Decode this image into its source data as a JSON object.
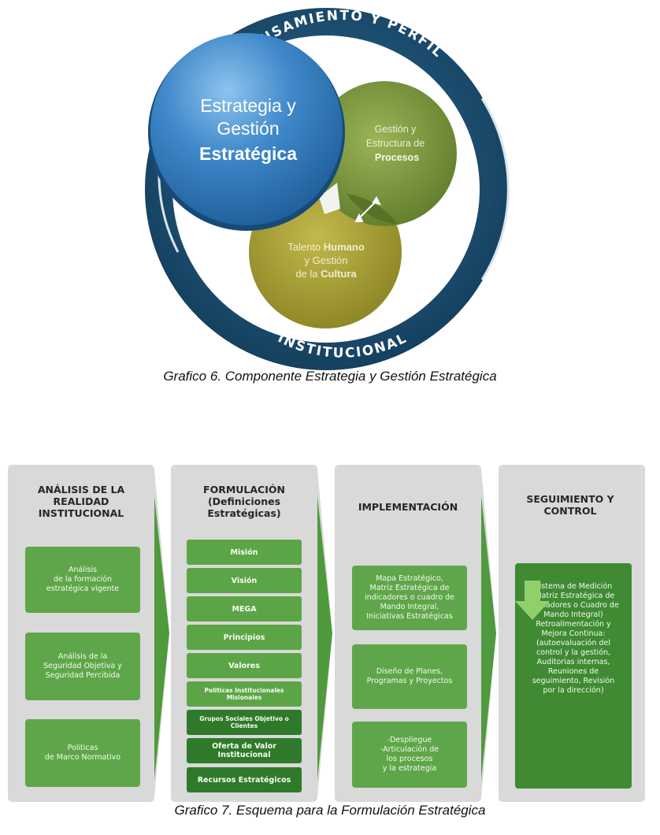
{
  "graphic6": {
    "ring_top_text": "PENSAMIENTO Y PERFIL",
    "ring_bottom_text": "INSTITUCIONAL",
    "main_circle": {
      "line1": "Estrategia y",
      "line2": "Gestión",
      "line3": "Estratégica"
    },
    "process_circle": {
      "line1": "Gestión y",
      "line2": "Estructura de",
      "line3": "Procesos"
    },
    "talent_circle": {
      "line1_plain": "Talento ",
      "line1_bold": "Humano",
      "line2": "y Gestión",
      "line3_plain": "de la ",
      "line3_bold": "Cultura"
    },
    "caption": "Grafico 6. Componente Estrategia y Gestión Estratégica",
    "colors": {
      "ring": "#1f4f73",
      "main_circle": "#3d86c6",
      "process_circle": "#7c9a3a",
      "talent_circle": "#a9a234"
    }
  },
  "graphic7": {
    "caption": "Grafico 7. Esquema para la Formulación Estratégica",
    "stages": [
      {
        "title": "ANÁLISIS DE LA REALIDAD INSTITUCIONAL",
        "title_lines": [
          "ANÁLISIS DE LA",
          "REALIDAD",
          "INSTITUCIONAL"
        ],
        "boxes": [
          [
            "Análisis",
            "de la formación",
            "estratégica vigente"
          ],
          [
            "Análisis de la",
            "Seguridad Objetiva y",
            "Seguridad Percibida"
          ],
          [
            "Politicas",
            "de Marco Normativo"
          ]
        ]
      },
      {
        "title_lines": [
          "FORMULACIÓN",
          "(Definiciones",
          "Estratégicas)"
        ],
        "items": [
          "Misión",
          "Visión",
          "MEGA",
          "Principios",
          "Valores",
          "Politicas Institucionales Misionales",
          "Grupos Sociales Objetivo o Clientes",
          "Oferta de Valor Institucional",
          "Recursos Estratégicos"
        ]
      },
      {
        "title_lines": [
          "IMPLEMENTACIÓN"
        ],
        "boxes": [
          [
            "Mapa Estratégico,",
            "Matriz Estratégica de",
            "indicadores o cuadro de",
            "Mando Integral,",
            "Iniciativas Estratégicas"
          ],
          [
            "Diseño de Planes,",
            "Programas y Proyectos"
          ],
          [
            "-Despliegue",
            "-Articulación de",
            "los procesos",
            "y la estrategia"
          ]
        ]
      },
      {
        "title_lines": [
          "SEGUIMIENTO Y",
          "CONTROL"
        ],
        "top_text": [
          "Sistema de Medición",
          "(Matriz Estratégica de",
          "Indicadores o Cuadro de",
          "Mando Integral)"
        ],
        "bottom_text": [
          "Retroalimentación y",
          "Mejora Continua:",
          "(autoevaluación del",
          "control y la gestión,",
          "Auditorias internas,",
          "Reuniones de",
          "seguimiento, Revisión",
          "por la dirección)"
        ]
      }
    ],
    "colors": {
      "panel": "#d8d8d8",
      "arrow": "#4f9a3c",
      "box": "#5fa64a",
      "dark_box": "#3f8a33"
    }
  }
}
